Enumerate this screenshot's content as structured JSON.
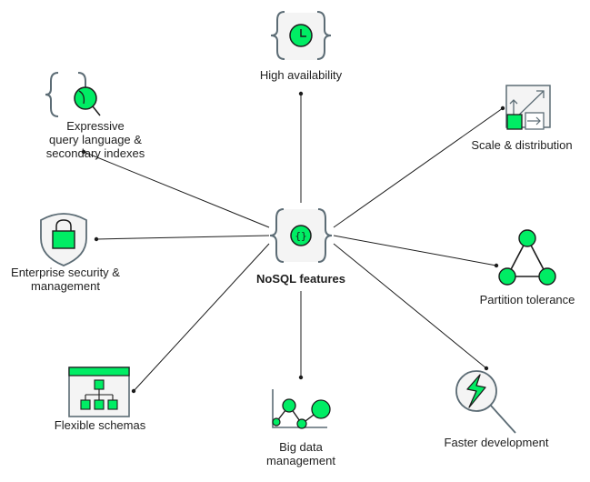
{
  "diagram": {
    "center": {
      "label": "NoSQL features"
    },
    "features": [
      {
        "id": "high-availability",
        "label": "High availability",
        "icon": "clock-in-braces-icon"
      },
      {
        "id": "expressive-query",
        "label": "Expressive\nquery language &\nsecondary indexes",
        "icon": "braces-magnifier-icon"
      },
      {
        "id": "scale-distribution",
        "label": "Scale & distribution",
        "icon": "scale-arrows-icon"
      },
      {
        "id": "enterprise-security",
        "label": "Enterprise security &\nmanagement",
        "icon": "shield-lock-icon"
      },
      {
        "id": "partition-tolerance",
        "label": "Partition tolerance",
        "icon": "triangle-nodes-icon"
      },
      {
        "id": "flexible-schemas",
        "label": "Flexible schemas",
        "icon": "hierarchy-window-icon"
      },
      {
        "id": "big-data",
        "label": "Big data\nmanagement",
        "icon": "line-chart-bubbles-icon"
      },
      {
        "id": "faster-development",
        "label": "Faster development",
        "icon": "bolt-magnifier-icon"
      }
    ]
  },
  "colors": {
    "accent": "#00ED64",
    "stroke": "#1c1c1c",
    "icon_outline": "#5c6c75",
    "icon_bg": "#f4f4f4"
  }
}
